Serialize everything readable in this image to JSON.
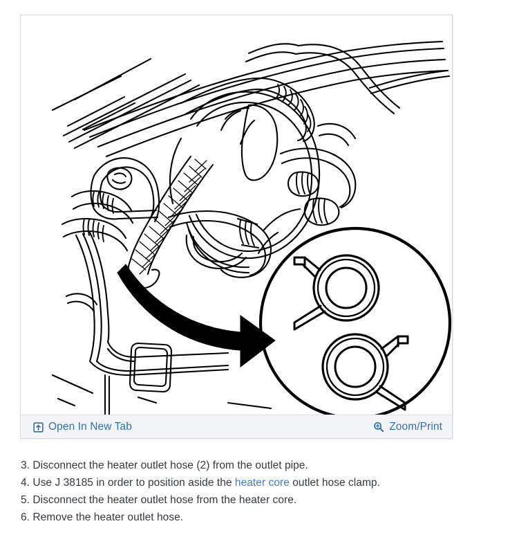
{
  "viewer": {
    "figure": {
      "alt_name": "heater-hose-routing-diagram",
      "description": "Line drawing of engine compartment showing heater outlet hose routing at the cowl with brake booster, braided hose, and a magnified circular inset of two hose clamps",
      "inset_label": "hose-clamp-detail",
      "arrow_label": "detail-callout-arrow"
    },
    "toolbar": {
      "open_new_tab_label": "Open In New Tab",
      "open_new_tab_icon": "external-link-icon",
      "zoom_print_label": "Zoom/Print",
      "zoom_print_icon": "magnifier-plus-icon",
      "link_color": "#2f6fb5",
      "background": "#f3f5f9"
    }
  },
  "steps": [
    {
      "id": "step-3",
      "segments": [
        {
          "text": "3. Disconnect the heater outlet hose (2) from the outlet pipe.",
          "link": false
        }
      ]
    },
    {
      "id": "step-4",
      "segments": [
        {
          "text": "4. Use J 38185 in order to position aside the ",
          "link": false
        },
        {
          "text": "heater core",
          "link": true
        },
        {
          "text": " outlet hose clamp.",
          "link": false
        }
      ]
    },
    {
      "id": "step-5",
      "segments": [
        {
          "text": "5. Disconnect the heater outlet hose from the heater core.",
          "link": false
        }
      ]
    },
    {
      "id": "step-6",
      "segments": [
        {
          "text": "6. Remove the heater outlet hose.",
          "link": false
        }
      ]
    }
  ],
  "colors": {
    "text": "#333a40",
    "link": "#3a7bd5",
    "panel_border": "#d8d8d8",
    "page_background": "#ffffff",
    "line_art": "#000000"
  }
}
